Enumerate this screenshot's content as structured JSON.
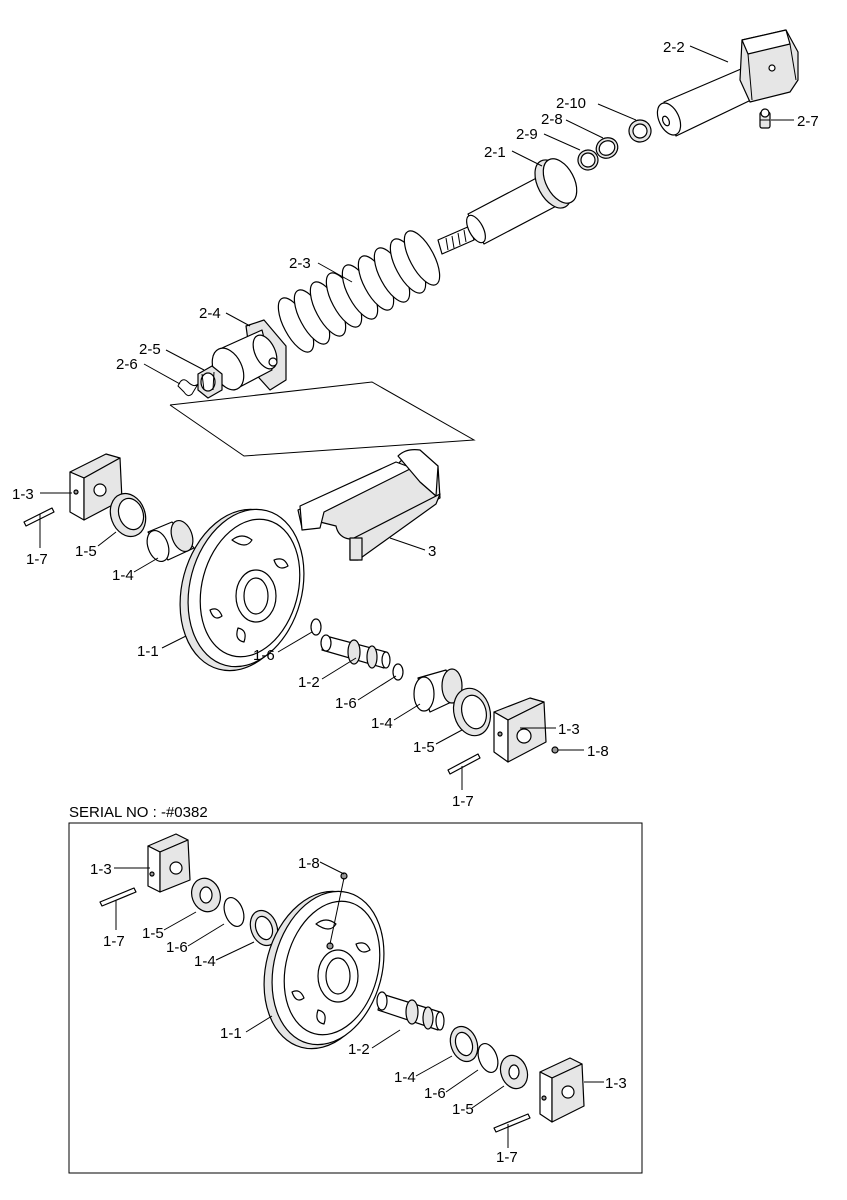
{
  "serial_note": "SERIAL NO : -#0382",
  "labels": {
    "l_2_2": "2-2",
    "l_2_7": "2-7",
    "l_2_10": "2-10",
    "l_2_8": "2-8",
    "l_2_9": "2-9",
    "l_2_1": "2-1",
    "l_2_3": "2-3",
    "l_2_4": "2-4",
    "l_2_5": "2-5",
    "l_2_6": "2-6",
    "l_3": "3",
    "u_1_3_left": "1-3",
    "u_1_7_left": "1-7",
    "u_1_5_left": "1-5",
    "u_1_4_left": "1-4",
    "u_1_1": "1-1",
    "u_1_6_a": "1-6",
    "u_1_2": "1-2",
    "u_1_6_b": "1-6",
    "u_1_4_right": "1-4",
    "u_1_5_right": "1-5",
    "u_1_3_right": "1-3",
    "u_1_8": "1-8",
    "u_1_7_right": "1-7",
    "b_1_3_left": "1-3",
    "b_1_8": "1-8",
    "b_1_7_left": "1-7",
    "b_1_5_left": "1-5",
    "b_1_6_left": "1-6",
    "b_1_4_left": "1-4",
    "b_1_1": "1-1",
    "b_1_2": "1-2",
    "b_1_4_right": "1-4",
    "b_1_6_right": "1-6",
    "b_1_5_right": "1-5",
    "b_1_3_right": "1-3",
    "b_1_7_right": "1-7"
  }
}
